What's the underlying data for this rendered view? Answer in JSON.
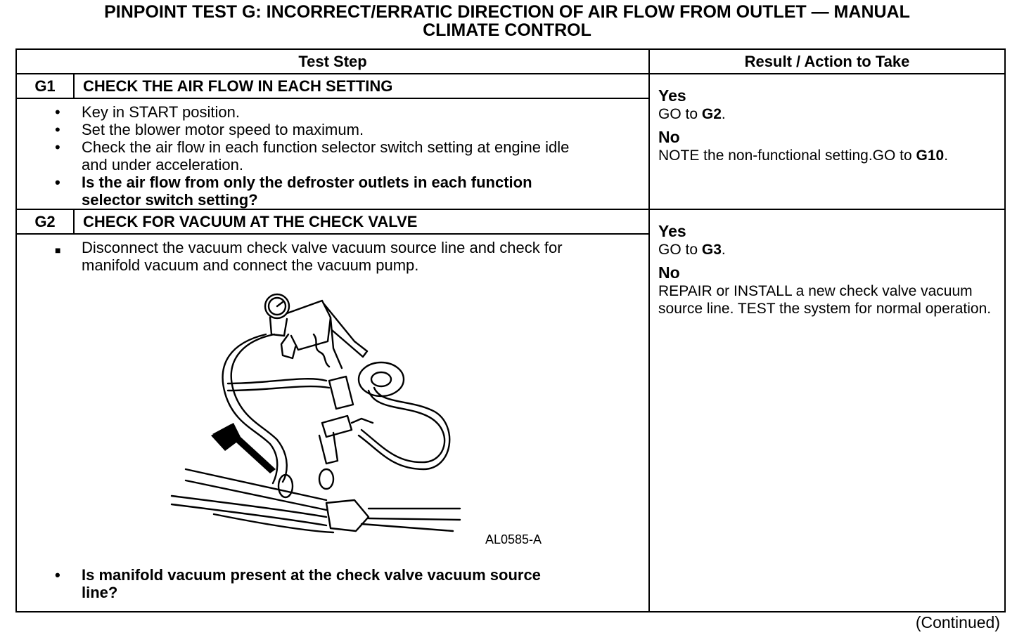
{
  "title_line1": "PINPOINT TEST G: INCORRECT/ERRATIC DIRECTION OF AIR FLOW FROM OUTLET — MANUAL",
  "title_line2": "CLIMATE CONTROL",
  "headers": {
    "test_step": "Test Step",
    "result": "Result / Action to Take"
  },
  "steps": [
    {
      "id": "G1",
      "title": "CHECK THE AIR FLOW IN EACH SETTING",
      "bullets": [
        "Key in START position.",
        "Set the blower motor speed to maximum.",
        "Check the air flow in each function selector switch setting at engine idle and under acceleration."
      ],
      "question": "Is the air flow from only the defroster outlets in each function selector switch setting?",
      "yes_label": "Yes",
      "yes_text": "GO to",
      "yes_ref": "G2",
      "no_label": "No",
      "no_text": "NOTE the non-functional setting.GO to",
      "no_ref": "G10"
    },
    {
      "id": "G2",
      "title": "CHECK FOR VACUUM AT THE CHECK VALVE",
      "bullets": [
        "Disconnect the vacuum check valve vacuum source line and check for manifold vacuum and connect the vacuum pump."
      ],
      "figure_id": "AL0585-A",
      "question": "Is manifold vacuum present at the check valve vacuum source line?",
      "yes_label": "Yes",
      "yes_text": "GO to",
      "yes_ref": "G3",
      "no_label": "No",
      "no_text": "REPAIR or INSTALL a new check valve vacuum source line. TEST the system for normal operation."
    }
  ],
  "continued": "(Continued)"
}
